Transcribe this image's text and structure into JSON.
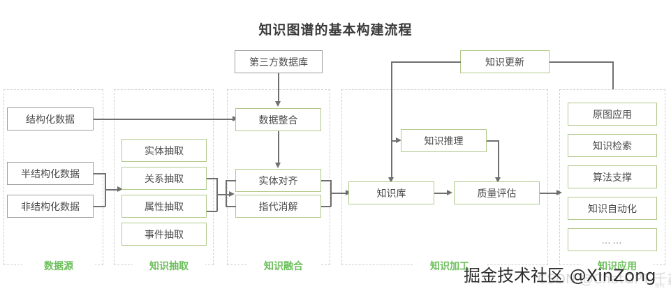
{
  "title": "知识图谱的基本构建流程",
  "colors": {
    "green_border": "#afc98a",
    "gray_border": "#9d9d9d",
    "group_border": "#cfcfcf",
    "label_green": "#6cbf5b",
    "line": "#6f6f6f",
    "text": "#4a4a4a",
    "title": "#3b3b3b",
    "background": "#ffffff"
  },
  "groups": [
    {
      "id": "data-source",
      "label": "数据源"
    },
    {
      "id": "knowledge-extraction",
      "label": "知识抽取"
    },
    {
      "id": "knowledge-fusion",
      "label": "知识融合"
    },
    {
      "id": "knowledge-processing",
      "label": "知识加工"
    },
    {
      "id": "knowledge-application",
      "label": "知识应用"
    }
  ],
  "nodes": {
    "data_source": [
      {
        "label": "结构化数据"
      },
      {
        "label": "半结构化数据"
      },
      {
        "label": "非结构化数据"
      }
    ],
    "knowledge_extraction": [
      {
        "label": "实体抽取"
      },
      {
        "label": "关系抽取"
      },
      {
        "label": "属性抽取"
      },
      {
        "label": "事件抽取"
      }
    ],
    "knowledge_fusion": {
      "external": {
        "label": "第三方数据库"
      },
      "items": [
        {
          "label": "数据整合"
        },
        {
          "label": "实体对齐"
        },
        {
          "label": "指代消解"
        }
      ]
    },
    "knowledge_processing": {
      "external": {
        "label": "知识更新"
      },
      "items": [
        {
          "label": "知识推理"
        },
        {
          "label": "知识库"
        },
        {
          "label": "质量评估"
        }
      ]
    },
    "knowledge_application": [
      {
        "label": "原图应用"
      },
      {
        "label": "知识检索"
      },
      {
        "label": "算法支撑"
      },
      {
        "label": "知识自动化"
      },
      {
        "label": "……"
      }
    ]
  },
  "watermarks": {
    "main": "掘金技术社区 @XinZong",
    "faint": "CSDN @ChatGPT-千鑫",
    "tiny": "版权"
  }
}
